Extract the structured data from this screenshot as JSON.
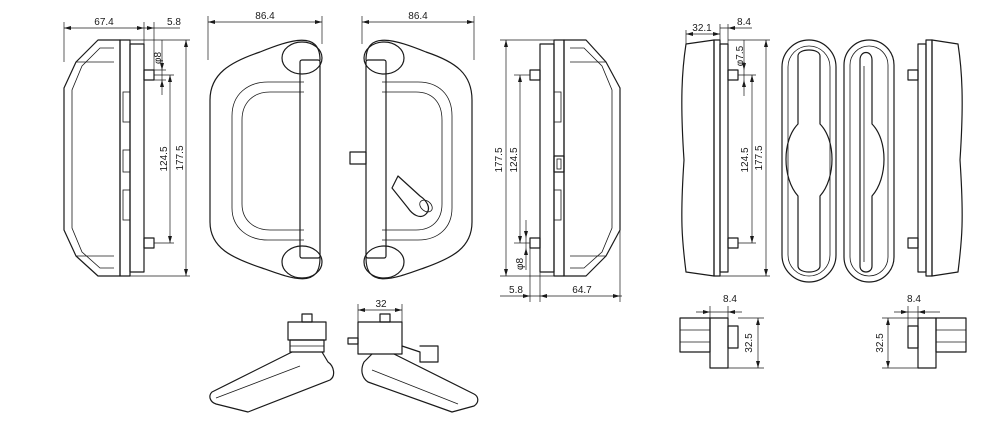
{
  "dimensions": {
    "v1_width": "67.4",
    "v1_offset": "5.8",
    "v1_pin": "φ8",
    "v1_inner": "124.5",
    "v1_outer": "177.5",
    "v2_width": "86.4",
    "v3_width": "86.4",
    "v4_outer": "177.5",
    "v4_inner": "124.5",
    "v4_pin": "φ8",
    "v4_offset": "5.8",
    "v4_width": "64.7",
    "lever_width": "32",
    "v5_width": "32.1",
    "v5_offset": "8.4",
    "v5_pin": "φ7.5",
    "v5_inner": "124.5",
    "v5_outer": "177.5",
    "v8_gap": "8.4",
    "v8_height": "32.5",
    "v9_gap": "8.4",
    "v9_height": "32.5"
  },
  "colors": {
    "line": "#1a1a1a",
    "background": "#ffffff"
  }
}
